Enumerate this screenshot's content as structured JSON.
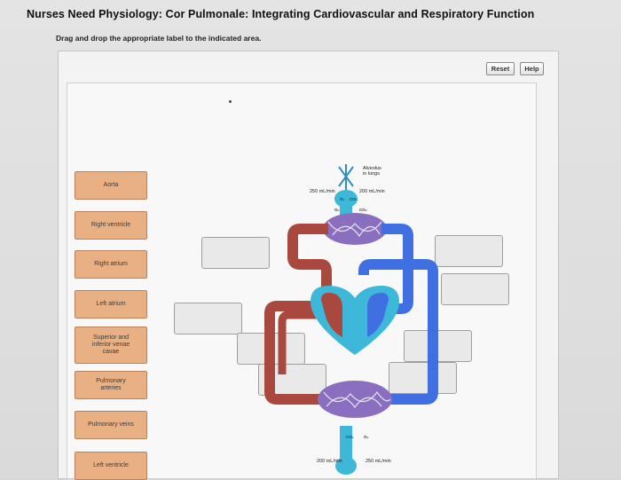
{
  "header": {
    "title": "Nurses Need Physiology: Cor Pulmonale: Integrating Cardiovascular and Respiratory Function",
    "instruction": "Drag and drop the appropriate label to the indicated area."
  },
  "toolbar": {
    "reset_label": "Reset",
    "help_label": "Help"
  },
  "labels": [
    {
      "text": "Aorta"
    },
    {
      "text": "Right ventricle"
    },
    {
      "text": "Right atrium"
    },
    {
      "text": "Left atrium"
    },
    {
      "text": "Superior and\ninferior venae\ncavae"
    },
    {
      "text": "Pulmonary\narteries"
    },
    {
      "text": "Pulmonary veins"
    },
    {
      "text": "Left ventricle"
    }
  ],
  "drop_targets": [
    {
      "text": ""
    },
    {
      "text": ""
    },
    {
      "text": ""
    },
    {
      "text": ""
    },
    {
      "text": ""
    },
    {
      "text": ""
    },
    {
      "text": ""
    },
    {
      "text": ""
    }
  ],
  "diagram": {
    "alveolus_label": "Alveolus\nin lungs",
    "top_flow_left": "250 mL/min",
    "top_flow_right": "200 mL/min",
    "bottom_flow_left": "200 mL/min",
    "bottom_flow_right": "250 mL/min",
    "o2": "O₂",
    "co2": "CO₂",
    "colors": {
      "deoxygenated": "#3f6fe0",
      "oxygenated": "#a9483f",
      "capillary": "#8a6fc0",
      "alveolus": "#3db8d8"
    }
  }
}
